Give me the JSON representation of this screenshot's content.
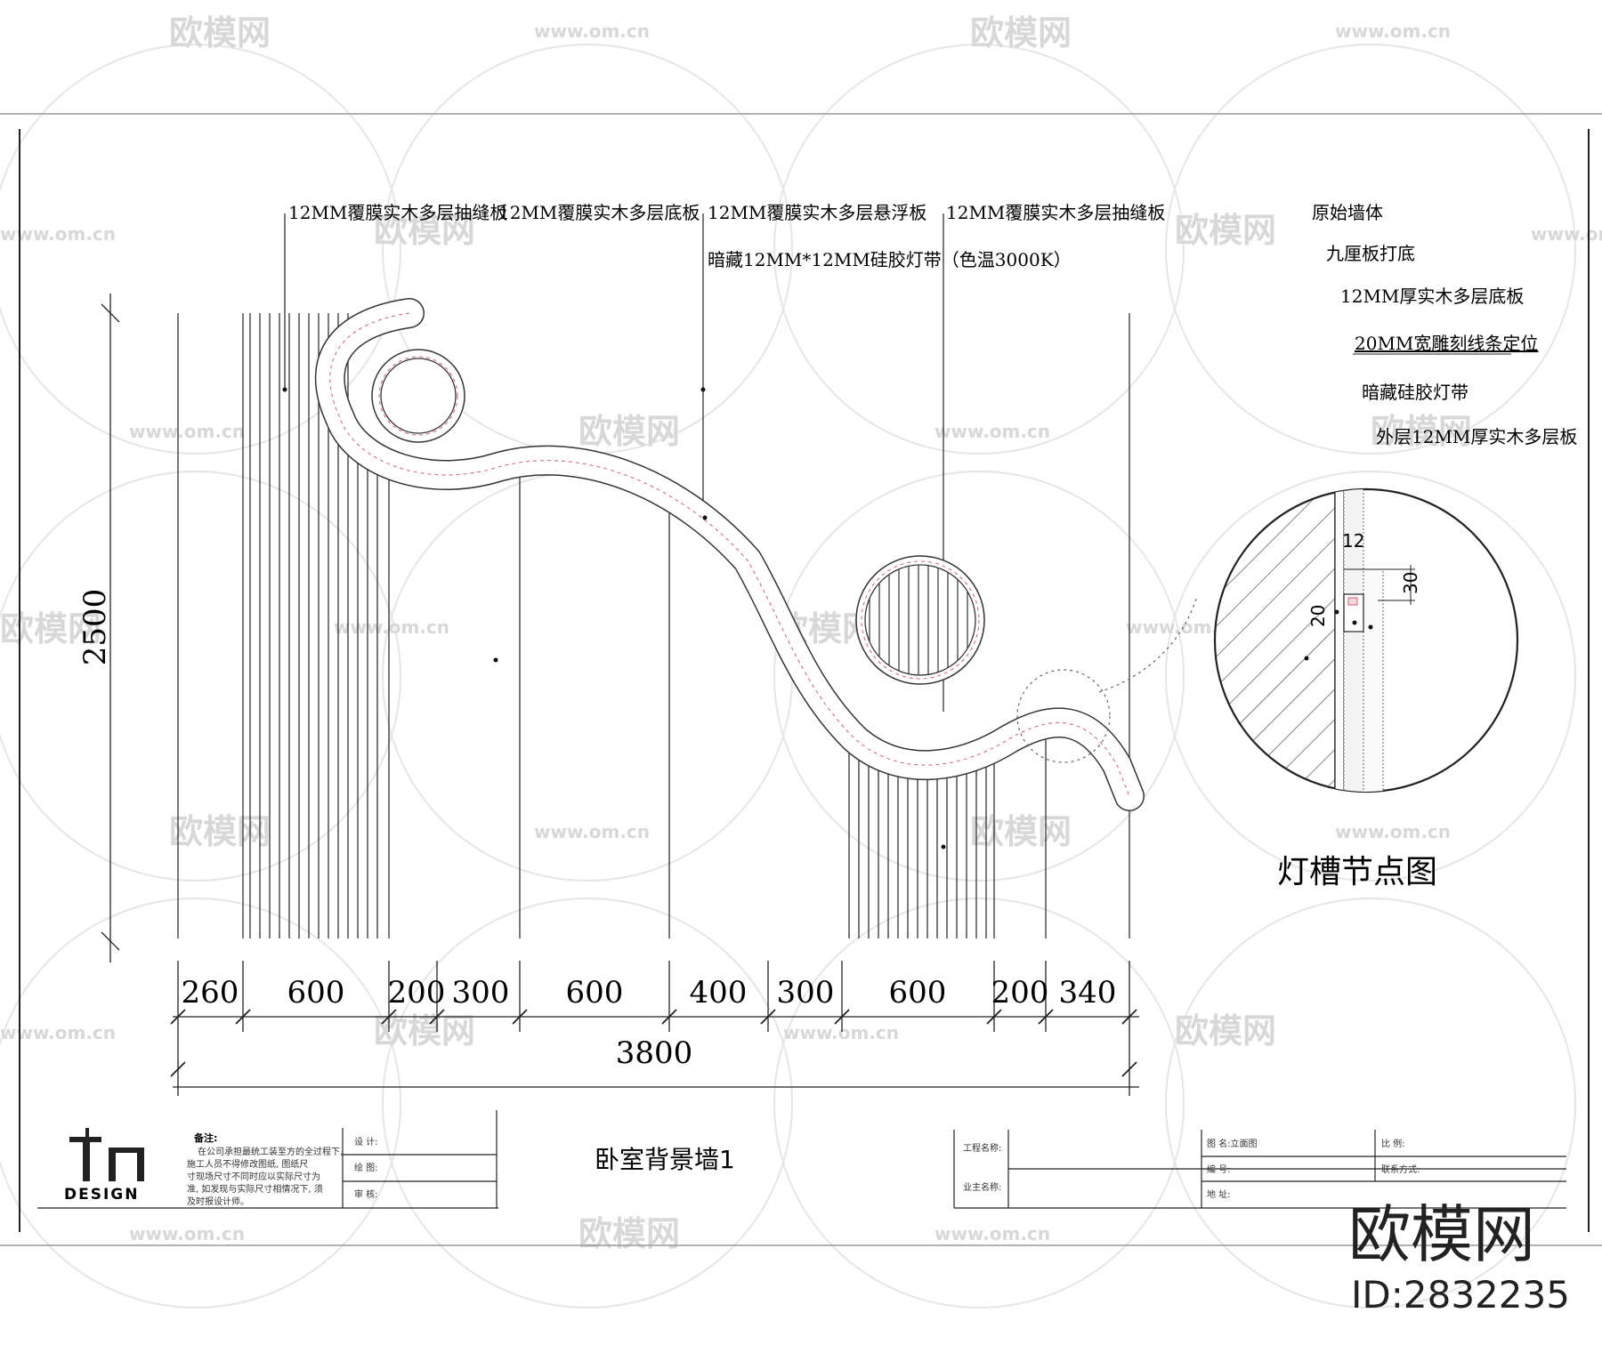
{
  "watermark": {
    "brand": "欧模网",
    "url": "www.om.cn",
    "brand_large": "欧模网",
    "id_text": "ID:2832235"
  },
  "annotations": {
    "a1": "12MM覆膜实木多层抽缝板",
    "a2": "12MM覆膜实木多层底板",
    "a3": "12MM覆膜实木多层悬浮板",
    "a3b": "暗藏12MM*12MM硅胶灯带（色温3000K）",
    "a4": "12MM覆膜实木多层抽缝板"
  },
  "detail": {
    "labels": [
      "原始墙体",
      "九厘板打底",
      "12MM厚实木多层底板",
      "20MM宽雕刻线条定位",
      "暗藏硅胶灯带",
      "外层12MM厚实木多层板"
    ],
    "dim_12": "12",
    "dim_30": "30",
    "dim_20": "20",
    "title": "灯槽节点图"
  },
  "dimensions": {
    "height": "2500",
    "total": "3800",
    "segments": [
      "260",
      "600",
      "200",
      "300",
      "600",
      "400",
      "300",
      "600",
      "200",
      "340"
    ]
  },
  "title_block": {
    "logo_word": "DESIGN",
    "notes_label": "备注:",
    "notes_body": [
      "在公司承担最统工装至方的全过程下,",
      "施工人员不得修改图纸, 图纸尺",
      "寸现场尺寸不同时应以实际尺寸为",
      "准, 如发现与实际尺寸相情况下, 须",
      "及时报设计师。"
    ],
    "designer": "设 计:",
    "drawer": "绘 图:",
    "checker": "审 核:",
    "drawing_title": "卧室背景墙1",
    "project_name": "工程名称:",
    "client": "业主名称:",
    "sheet_name": "图 名:立面图",
    "number": "编 号:",
    "address": "地 址:",
    "scale": "比 例:",
    "contact": "联系方式:"
  }
}
